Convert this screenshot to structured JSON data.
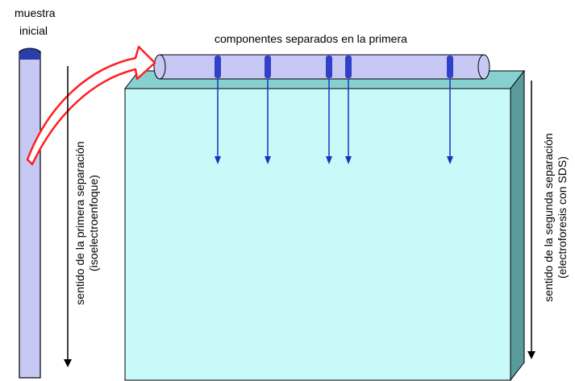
{
  "labels": {
    "sample_line1": "muestra",
    "sample_line2": "inicial",
    "separated_components": "componentes separados en la primera",
    "first_direction_line1": "sentido de la primera separación",
    "first_direction_line2": "(isoelectroenfoque)",
    "second_direction_line1": "sentido de la segunda separación",
    "second_direction_line2": "(electroforesis con SDS)"
  },
  "colors": {
    "tube_fill": "#c8c8f4",
    "tube_stroke": "#000000",
    "tube_cap": "#2a3ea8",
    "band": "#3040c8",
    "gel_front": "#c8fafa",
    "gel_side": "#5a9a9a",
    "gel_top": "#88d0d0",
    "arrow_blue": "#2030c0",
    "transfer_arrow": "#ff2020",
    "axis_arrow": "#000000"
  },
  "bands_count": 5
}
